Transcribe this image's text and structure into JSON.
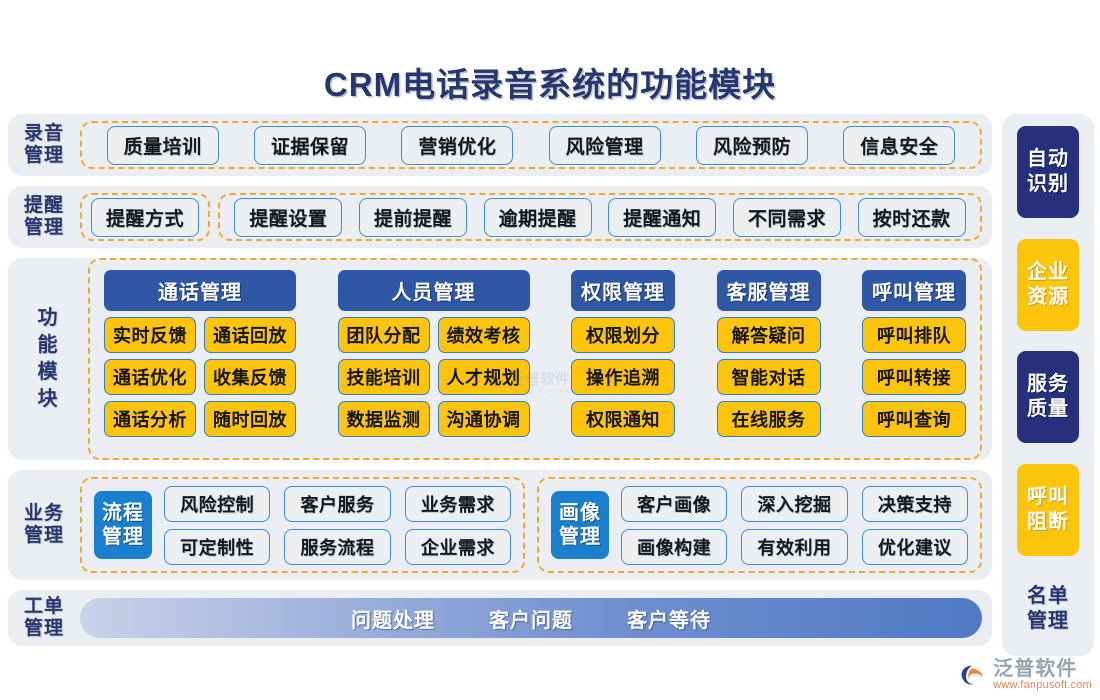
{
  "title": "CRM电话录音系统的功能模块",
  "colors": {
    "navy": "#26307d",
    "title_navy": "#27366b",
    "gold": "#fdc40c",
    "header_blue": "#2e58a6",
    "key_blue": "#1b7fd0",
    "band_bg": "#eaeef3",
    "dash_orange": "#f0a92c",
    "pill_border": "#3d8ed6"
  },
  "rows": {
    "recording": {
      "label_line1": "录音",
      "label_line2": "管理",
      "items": [
        "质量培训",
        "证据保留",
        "营销优化",
        "风险管理",
        "风险预防",
        "信息安全"
      ]
    },
    "reminder": {
      "label_line1": "提醒",
      "label_line2": "管理",
      "solo_item": "提醒方式",
      "items": [
        "提醒设置",
        "提前提醒",
        "逾期提醒",
        "提醒通知",
        "不同需求",
        "按时还款"
      ]
    },
    "function_module": {
      "label_chars": [
        "功",
        "能",
        "模",
        "块"
      ],
      "groups": [
        {
          "header": "通话管理",
          "lines": [
            [
              "实时反馈",
              "通话回放"
            ],
            [
              "通话优化",
              "收集反馈"
            ],
            [
              "通话分析",
              "随时回放"
            ]
          ]
        },
        {
          "header": "人员管理",
          "lines": [
            [
              "团队分配",
              "绩效考核"
            ],
            [
              "技能培训",
              "人才规划"
            ],
            [
              "数据监测",
              "沟通协调"
            ]
          ]
        },
        {
          "header": "权限管理",
          "lines": [
            [
              "权限划分"
            ],
            [
              "操作追溯"
            ],
            [
              "权限通知"
            ]
          ]
        },
        {
          "header": "客服管理",
          "lines": [
            [
              "解答疑问"
            ],
            [
              "智能对话"
            ],
            [
              "在线服务"
            ]
          ]
        },
        {
          "header": "呼叫管理",
          "lines": [
            [
              "呼叫排队"
            ],
            [
              "呼叫转接"
            ],
            [
              "呼叫查询"
            ]
          ]
        }
      ]
    },
    "business": {
      "label_line1": "业务",
      "label_line2": "管理",
      "groups": [
        {
          "key_line1": "流程",
          "key_line2": "管理",
          "items": [
            "风险控制",
            "客户服务",
            "业务需求",
            "可定制性",
            "服务流程",
            "企业需求"
          ]
        },
        {
          "key_line1": "画像",
          "key_line2": "管理",
          "items": [
            "客户画像",
            "深入挖掘",
            "决策支持",
            "画像构建",
            "有效利用",
            "优化建议"
          ]
        }
      ]
    },
    "work_order": {
      "label_line1": "工单",
      "label_line2": "管理",
      "items": [
        "问题处理",
        "客户问题",
        "客户等待"
      ]
    }
  },
  "sidebar": {
    "items": [
      {
        "line1": "自动",
        "line2": "识别",
        "style": "navy"
      },
      {
        "line1": "企业",
        "line2": "资源",
        "style": "gold"
      },
      {
        "line1": "服务",
        "line2": "质量",
        "style": "navy"
      },
      {
        "line1": "呼叫",
        "line2": "阻断",
        "style": "gold"
      },
      {
        "line1": "名单",
        "line2": "管理",
        "style": "plain"
      }
    ]
  },
  "watermark": {
    "center_text": "泛普软件",
    "center_sub": "FANPU SOFTWARE"
  },
  "logo": {
    "name_cn": "泛普软件",
    "url": "www.fanpusoft.com"
  }
}
